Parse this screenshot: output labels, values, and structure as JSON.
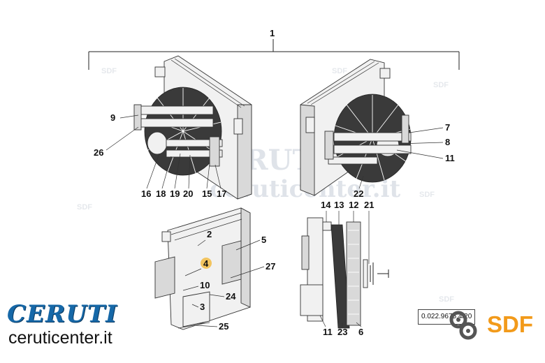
{
  "callouts": {
    "c1": "1",
    "c9": "9",
    "c26": "26",
    "c16": "16",
    "c18": "18",
    "c19": "19",
    "c20": "20",
    "c15": "15",
    "c17": "17",
    "c7": "7",
    "c8": "8",
    "c11a": "11",
    "c22": "22",
    "c2": "2",
    "c4": "4",
    "c5": "5",
    "c27": "27",
    "c10": "10",
    "c24": "24",
    "c3": "3",
    "c25": "25",
    "c14": "14",
    "c13": "13",
    "c12": "12",
    "c21": "21",
    "c11b": "11",
    "c23": "23",
    "c6": "6"
  },
  "reference_code": "0.022.9675.4/20",
  "branding": {
    "dealer_name": "CERUTI",
    "dealer_site": "ceruticenter.it",
    "maker_name": "SDF",
    "maker_color": "#f29a1a",
    "dealer_color": "#1668a8"
  },
  "watermark": {
    "text_main": "CERUTI",
    "text_site": "ceruticenter.it",
    "text_logo": "SDF"
  }
}
